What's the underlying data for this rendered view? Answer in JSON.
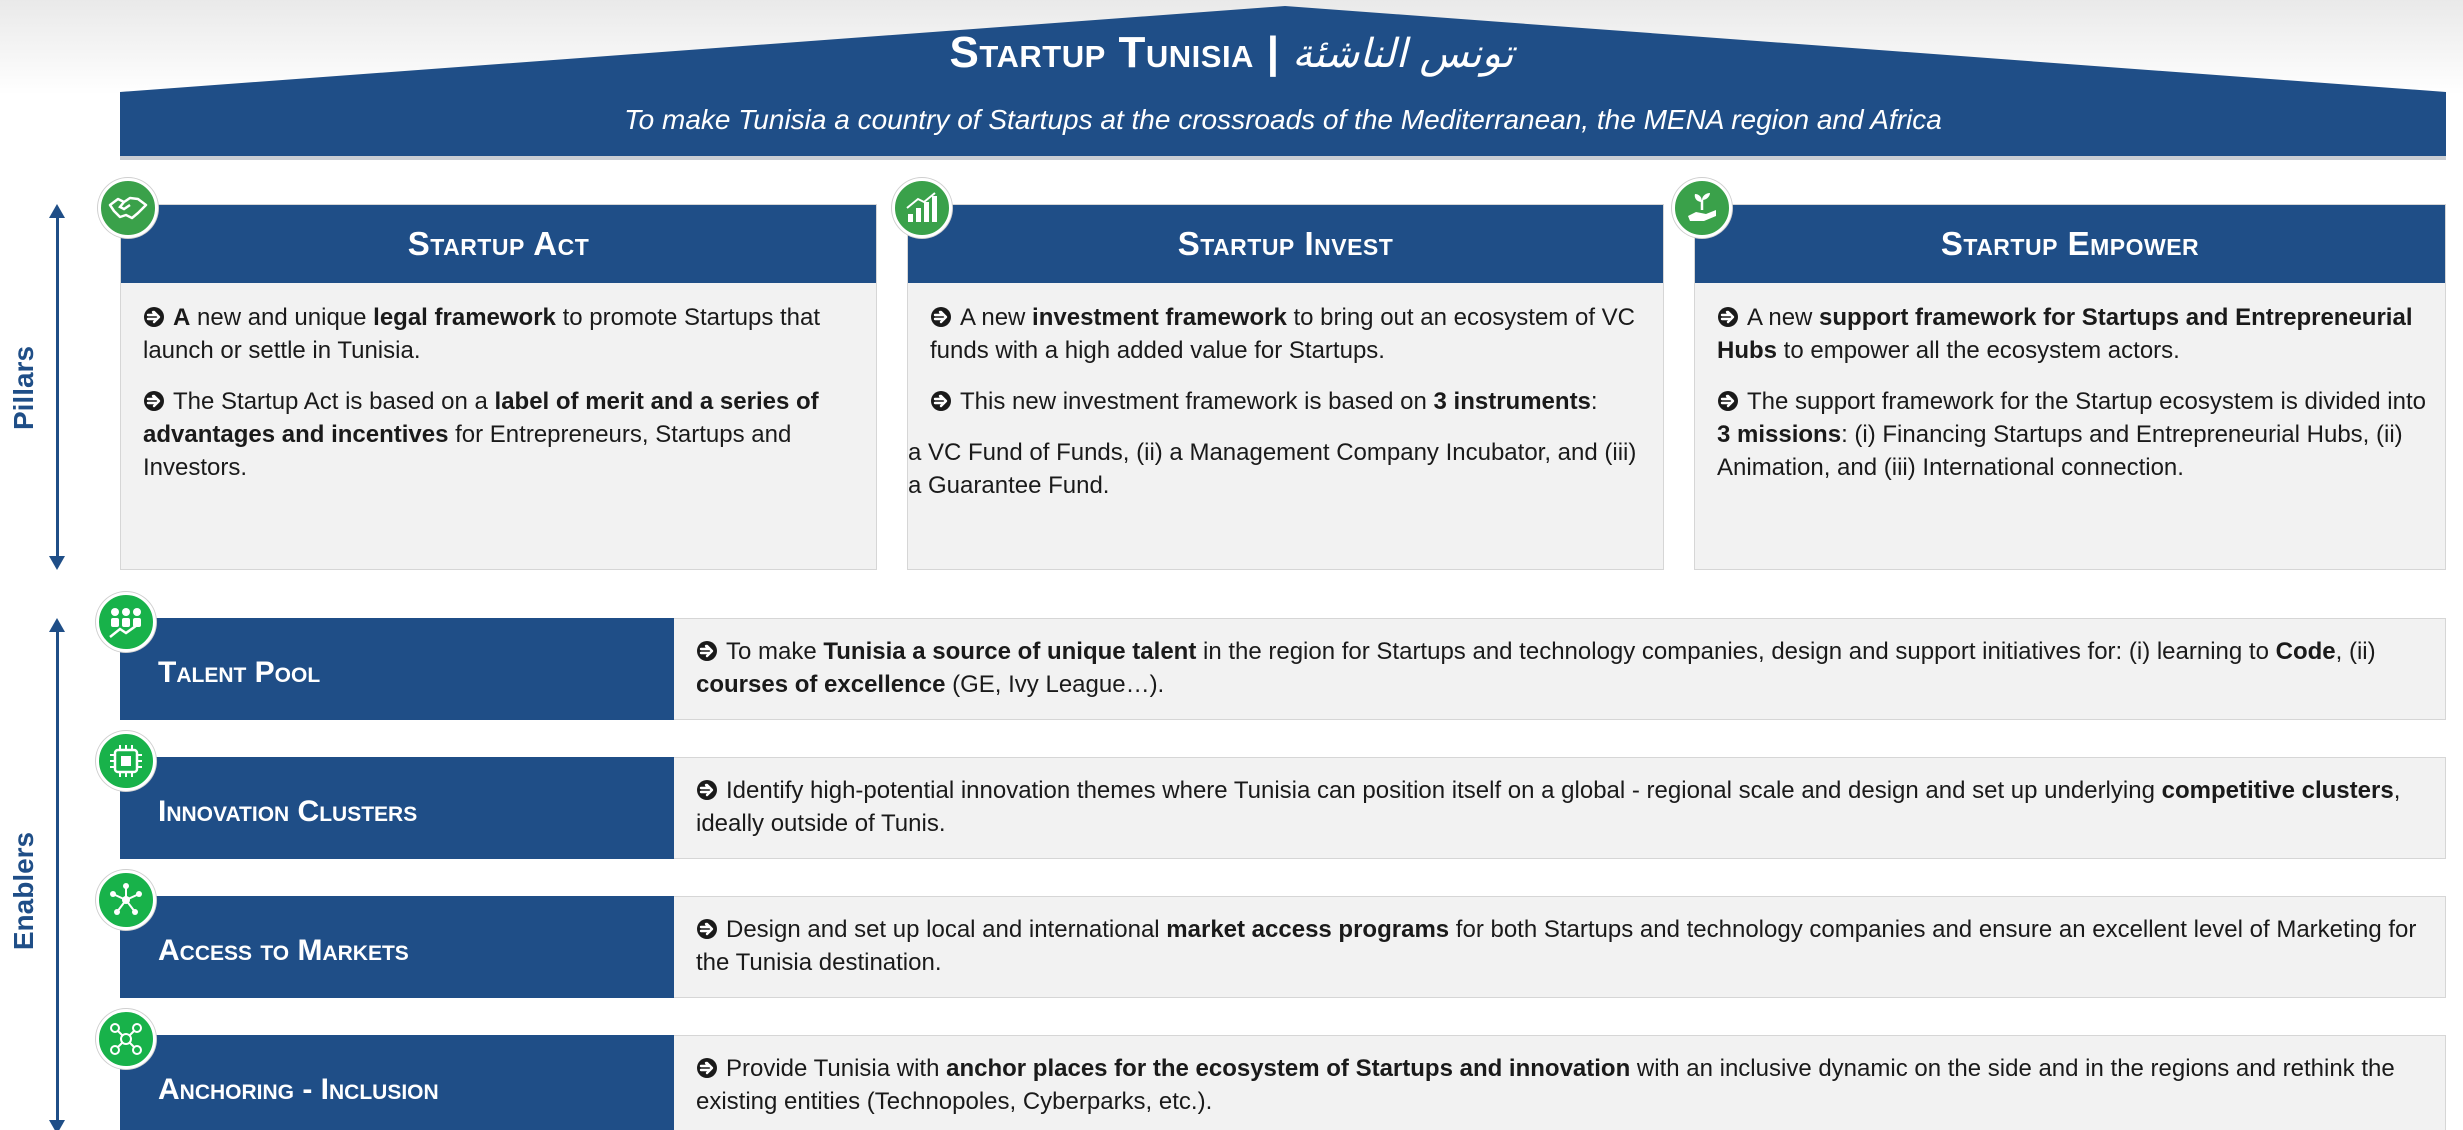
{
  "roof": {
    "title_main": "Startup Tunisia",
    "title_separator": "|",
    "title_arabic": "تونس الناشئة",
    "subtitle": "To make Tunisia a country of Startups at the crossroads of the Mediterranean, the MENA region and Africa"
  },
  "side_labels": {
    "pillars": "Pillars",
    "enablers": "Enablers"
  },
  "pillars": [
    {
      "title": "Startup Act",
      "icon": "handshake-icon",
      "p1": [
        {
          "t": "A",
          "b": true
        },
        {
          "t": " new and unique ",
          "b": false
        },
        {
          "t": "legal framework",
          "b": true
        },
        {
          "t": " to promote Startups that launch or settle in Tunisia.",
          "b": false
        }
      ],
      "p2": [
        {
          "t": "The Startup Act is based on a ",
          "b": false
        },
        {
          "t": "label of merit and a series of advantages and incentives",
          "b": true
        },
        {
          "t": " for Entrepreneurs, Startups and Investors.",
          "b": false
        }
      ]
    },
    {
      "title": "Startup Invest",
      "icon": "growth-chart-icon",
      "p1": [
        {
          "t": "A new ",
          "b": false
        },
        {
          "t": "investment framework",
          "b": true
        },
        {
          "t": " to bring out an ecosystem of VC funds with a high added value for Startups.",
          "b": false
        }
      ],
      "p2": [
        {
          "t": "This new investment framework is based on ",
          "b": false
        },
        {
          "t": "3 instruments",
          "b": true
        },
        {
          "t": ":",
          "b": false
        }
      ],
      "p3": "a VC Fund of Funds, (ii) a Management Company Incubator, and (iii) a Guarantee Fund."
    },
    {
      "title": "Startup Empower",
      "icon": "hand-plant-icon",
      "p1": [
        {
          "t": "A new ",
          "b": false
        },
        {
          "t": "support framework for Startups and Entrepreneurial Hubs",
          "b": true
        },
        {
          "t": " to empower all the ecosystem actors.",
          "b": false
        }
      ],
      "p2": [
        {
          "t": "The support framework for the Startup ecosystem is divided into ",
          "b": false
        },
        {
          "t": "3 missions",
          "b": true
        },
        {
          "t": ": (i) Financing Startups and Entrepreneurial Hubs, (ii) Animation, and (iii) International connection.",
          "b": false
        }
      ]
    }
  ],
  "enablers": [
    {
      "title": "Talent Pool",
      "icon": "team-growth-icon",
      "text": [
        {
          "t": "To make ",
          "b": false
        },
        {
          "t": "Tunisia a source of unique talent",
          "b": true
        },
        {
          "t": " in the region for Startups and technology companies, design and support initiatives for: (i) learning to ",
          "b": false
        },
        {
          "t": "Code",
          "b": true
        },
        {
          "t": ", (ii) ",
          "b": false
        },
        {
          "t": "courses of excellence",
          "b": true
        },
        {
          "t": " (GE, Ivy League…).",
          "b": false
        }
      ]
    },
    {
      "title": "Innovation Clusters",
      "icon": "chip-icon",
      "text": [
        {
          "t": "Identify high-potential innovation themes where Tunisia can position itself on a global - regional scale and design and set up underlying ",
          "b": false
        },
        {
          "t": "competitive clusters",
          "b": true
        },
        {
          "t": ", ideally outside of Tunis.",
          "b": false
        }
      ]
    },
    {
      "title": "Access to Markets",
      "icon": "network-hub-icon",
      "text": [
        {
          "t": "Design and set up local and international ",
          "b": false
        },
        {
          "t": "market access programs",
          "b": true
        },
        {
          "t": " for both Startups and technology companies and ensure an excellent level of Marketing for the Tunisia destination.",
          "b": false
        }
      ]
    },
    {
      "title": "Anchoring - Inclusion",
      "icon": "connected-people-icon",
      "text": [
        {
          "t": "Provide Tunisia with ",
          "b": false
        },
        {
          "t": "anchor places for the ecosystem of Startups and innovation",
          "b": true
        },
        {
          "t": " with an inclusive dynamic on the side and in the regions and rethink the existing entities (Technopoles, Cyberparks, etc.).",
          "b": false
        }
      ]
    }
  ],
  "colors": {
    "navy": "#1f4e87",
    "green": "#3aa14a",
    "panel": "#f2f2f2"
  }
}
